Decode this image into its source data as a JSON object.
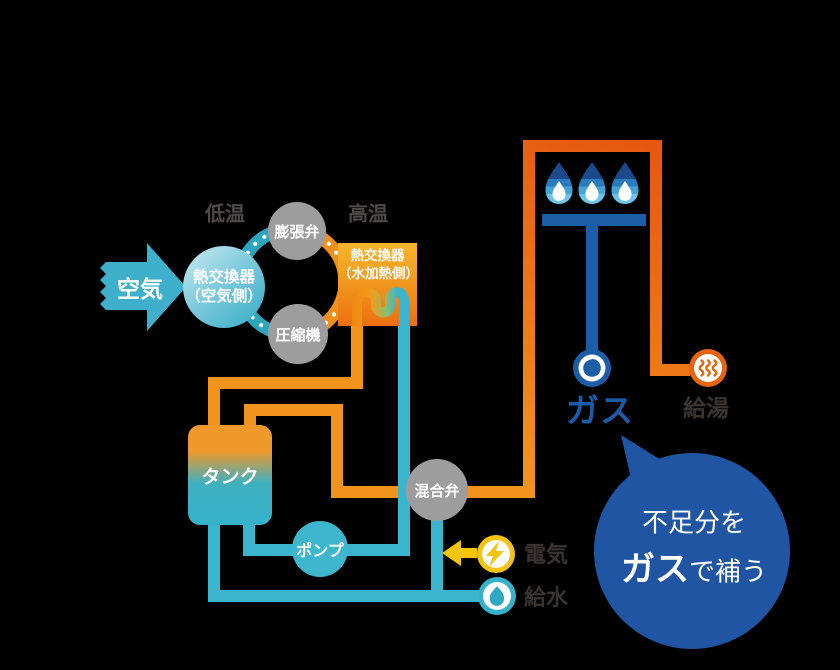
{
  "diagram": {
    "labels": {
      "air": "空気",
      "temp_low": "低温",
      "temp_high": "高温",
      "hx_air_line1": "熱交換器",
      "hx_air_line2": "（空気側）",
      "expansion_valve": "膨張弁",
      "compressor": "圧縮機",
      "hx_water_line1": "熱交換器",
      "hx_water_line2": "（水加熱側）",
      "tank": "タンク",
      "pump": "ポンプ",
      "mixing_valve": "混合弁",
      "electricity": "電気",
      "water_supply": "給水",
      "gas": "ガス",
      "hot_water": "給湯",
      "bubble_line1": "不足分を",
      "bubble_line2_emphasis": "ガス",
      "bubble_line2_rest": "で補う"
    },
    "icons": {
      "air_arrow": "air-arrow-icon",
      "refrigerant_loop": "refrigerant-loop-icon",
      "burner_flames": "gas-burner-flames-icon",
      "gas_circle": "gas-flame-icon",
      "hot_water_circle": "hot-spring-icon",
      "electricity_circle": "lightning-icon",
      "electricity_arrow": "left-arrow-icon",
      "water_circle": "water-drop-icon"
    },
    "colors": {
      "background": "#000000",
      "pipe_orange": "#F2941C",
      "pipe_orange_deep": "#E6560F",
      "pipe_teal": "#3BB4CD",
      "band_teal": "#2DA6BD",
      "band_orange": "#EF8F1E",
      "node_gray": "#9D9D9E",
      "burner_blue": "#1C5DA8",
      "flame_dark": "#1B4A8C",
      "flame_mid": "#2A7BBE",
      "flame_light": "#45A3D6",
      "flame_pale": "#6BC4EA",
      "electric_yellow": "#F6C40E",
      "hotwater_orange": "#E8650C",
      "bubble_blue": "#1F55A3",
      "gas_text_blue": "#1B5CA9",
      "dark_text": "#3A3430",
      "temp_text": "#4D4A48",
      "tank_top": "#F0992B",
      "tank_bottom": "#35B2CB"
    }
  }
}
